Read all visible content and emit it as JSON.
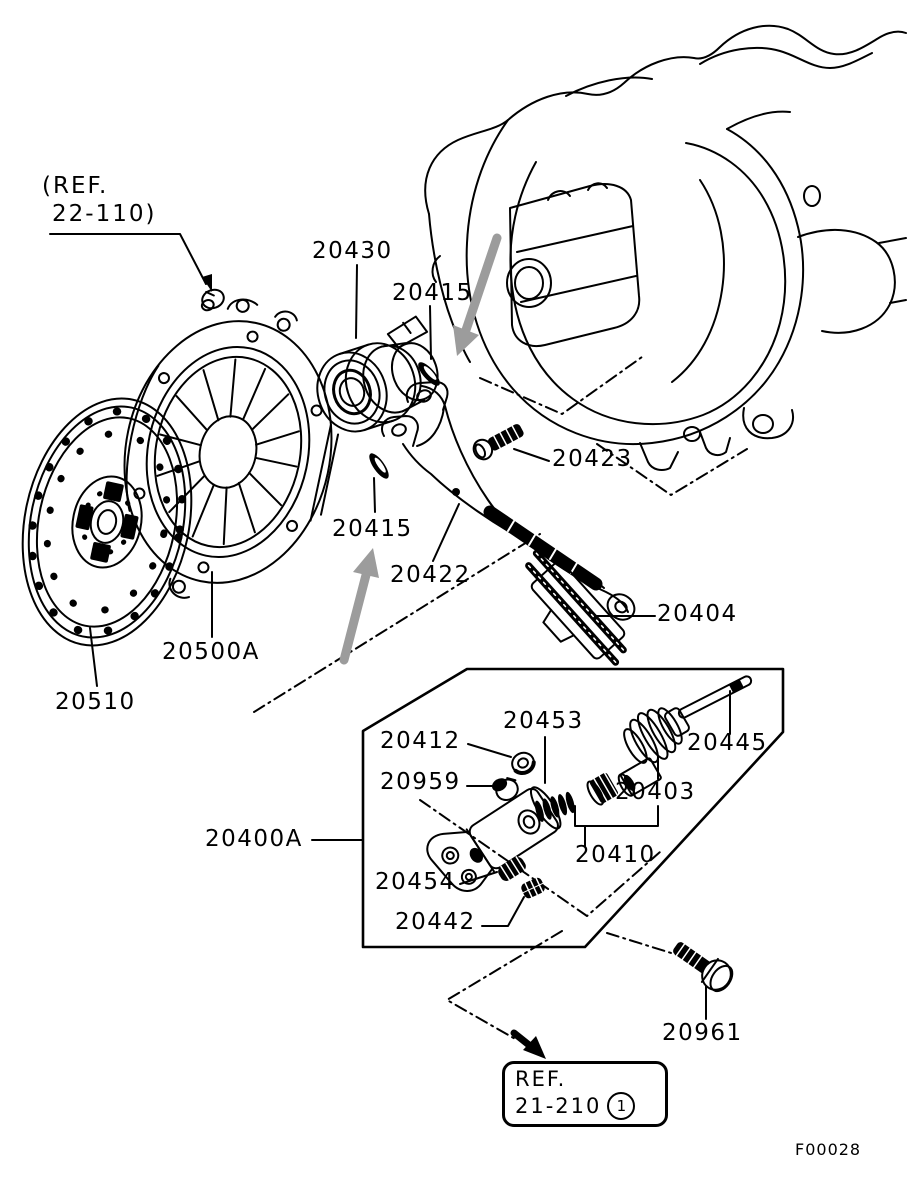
{
  "figure_code": "F00028",
  "colors": {
    "line": "#000000",
    "arrow_gray": "#9c9c9c",
    "background": "#ffffff"
  },
  "ref_top": {
    "line1": "(REF.",
    "line2": "22-110)"
  },
  "ref_bottom": {
    "line1": "REF.",
    "line2": "21-210",
    "badge": "1"
  },
  "labels": {
    "b20430": "20430",
    "b20415a": "20415",
    "b20423": "20423",
    "b20415b": "20415",
    "b20422": "20422",
    "b20404": "20404",
    "b20500A": "20500A",
    "b20510": "20510",
    "b20453": "20453",
    "b20412": "20412",
    "b20959": "20959",
    "b20445": "20445",
    "b20403": "20403",
    "b20400A": "20400A",
    "b20410": "20410",
    "b20454": "20454",
    "b20442": "20442",
    "b20961": "20961"
  }
}
